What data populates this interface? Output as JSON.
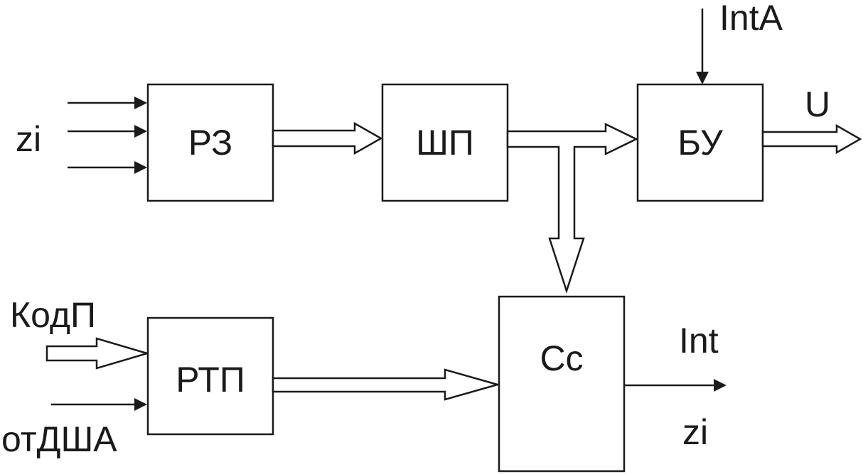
{
  "blocks": {
    "rz": "РЗ",
    "shp": "ШП",
    "bu": "БУ",
    "cc": "Сс",
    "rtp": "РТП"
  },
  "signals": {
    "zi_in": "zi",
    "inta": "IntA",
    "u": "U",
    "kodp": "КодП",
    "otdsha": "отДША",
    "int": "Int",
    "zi_out": "zi"
  },
  "colors": {
    "line": "#1a1a1a",
    "background": "#ffffff"
  }
}
